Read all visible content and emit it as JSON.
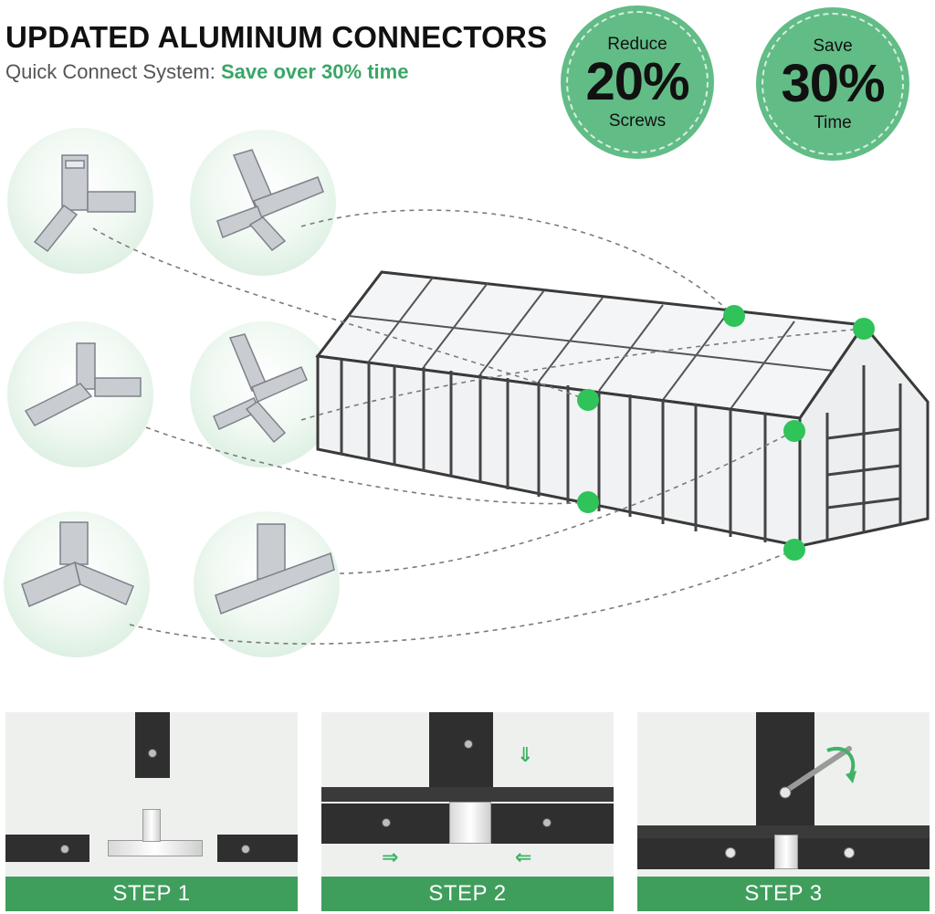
{
  "header": {
    "title": "UPDATED ALUMINUM CONNECTORS",
    "subtitle_prefix": "Quick Connect System: ",
    "subtitle_highlight": "Save over 30% time"
  },
  "badges": [
    {
      "top": "Reduce",
      "big": "20%",
      "bottom": "Screws"
    },
    {
      "top": "Save",
      "big": "30%",
      "bottom": "Time"
    }
  ],
  "steps": [
    {
      "label": "STEP 1"
    },
    {
      "label": "STEP 2"
    },
    {
      "label": "STEP 3"
    }
  ],
  "colors": {
    "accent_green": "#3aa667",
    "badge_green": "#62bc86",
    "step_bar_green": "#3f9e5c",
    "node_green": "#2fc35a"
  }
}
